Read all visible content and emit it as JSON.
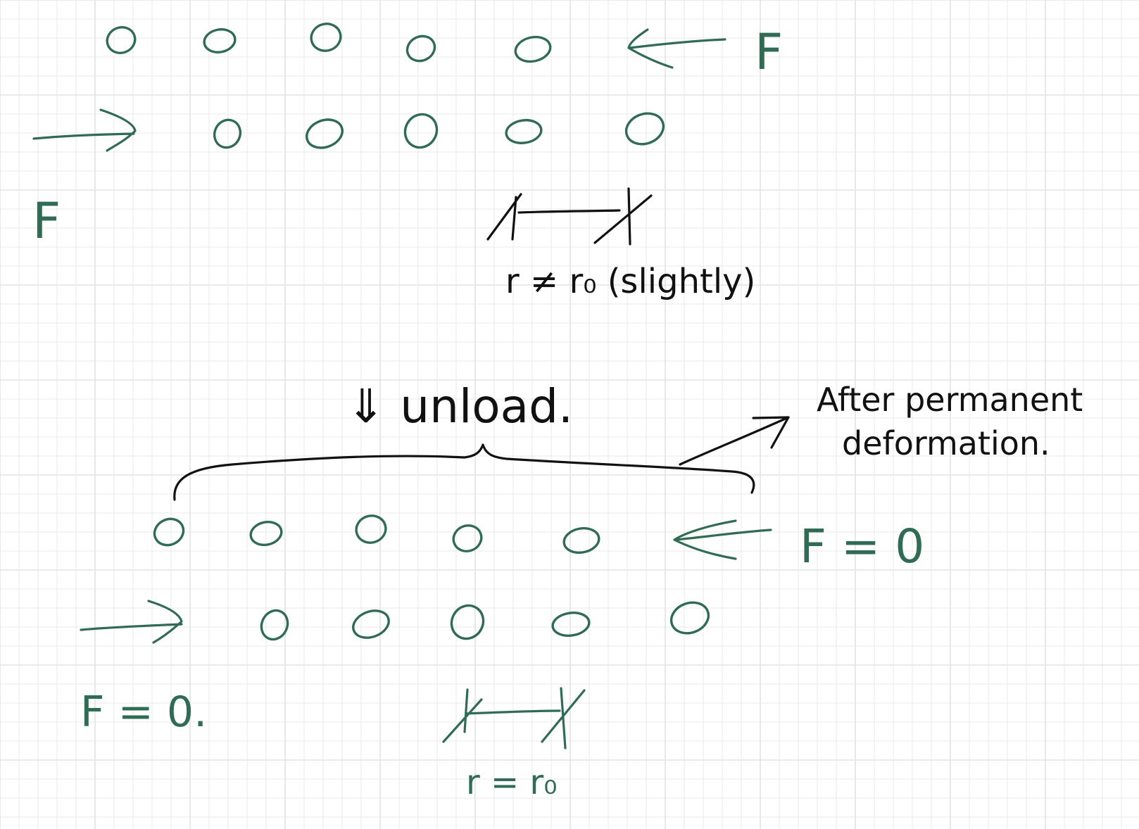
{
  "colors": {
    "ink_green": "#2f6b55",
    "ink_black": "#111111",
    "grid": "#e3e3e3",
    "background": "#ffffff"
  },
  "top_panel": {
    "force_label_right": "F",
    "force_label_left": "F",
    "spacing_label": "r ≠ r₀ (slightly)",
    "row1_atom_count": 5,
    "row2_atom_count": 5
  },
  "transition": {
    "unload_label": "⇓ unload.",
    "note_line1": "After permanent",
    "note_line2": "deformation."
  },
  "bottom_panel": {
    "force_label_right": "F = 0",
    "force_label_left": "F = 0.",
    "spacing_label": "r = r₀",
    "row1_atom_count": 5,
    "row2_atom_count": 5
  }
}
